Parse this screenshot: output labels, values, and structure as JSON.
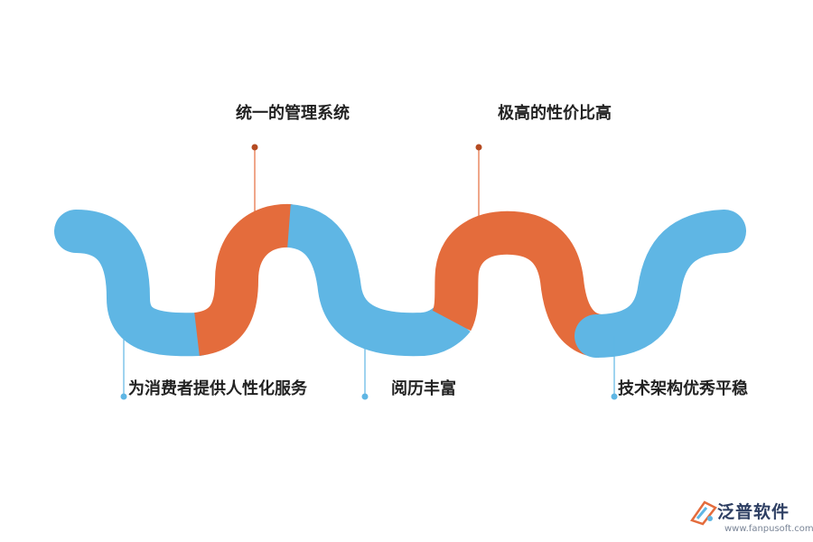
{
  "colors": {
    "blue": "#5fb6e4",
    "orange": "#e46c3c",
    "dot_dark": "#b54b22"
  },
  "labels": {
    "unified_system": "统一的管理系统",
    "cost_performance": "极高的性价比高",
    "personalized_service": "为消费者提供人性化服务",
    "experience": "阅历丰富",
    "stable_architecture": "技术架构优秀平稳"
  },
  "logo": {
    "name": "泛普软件",
    "url": "www.fanpusoft.com"
  }
}
